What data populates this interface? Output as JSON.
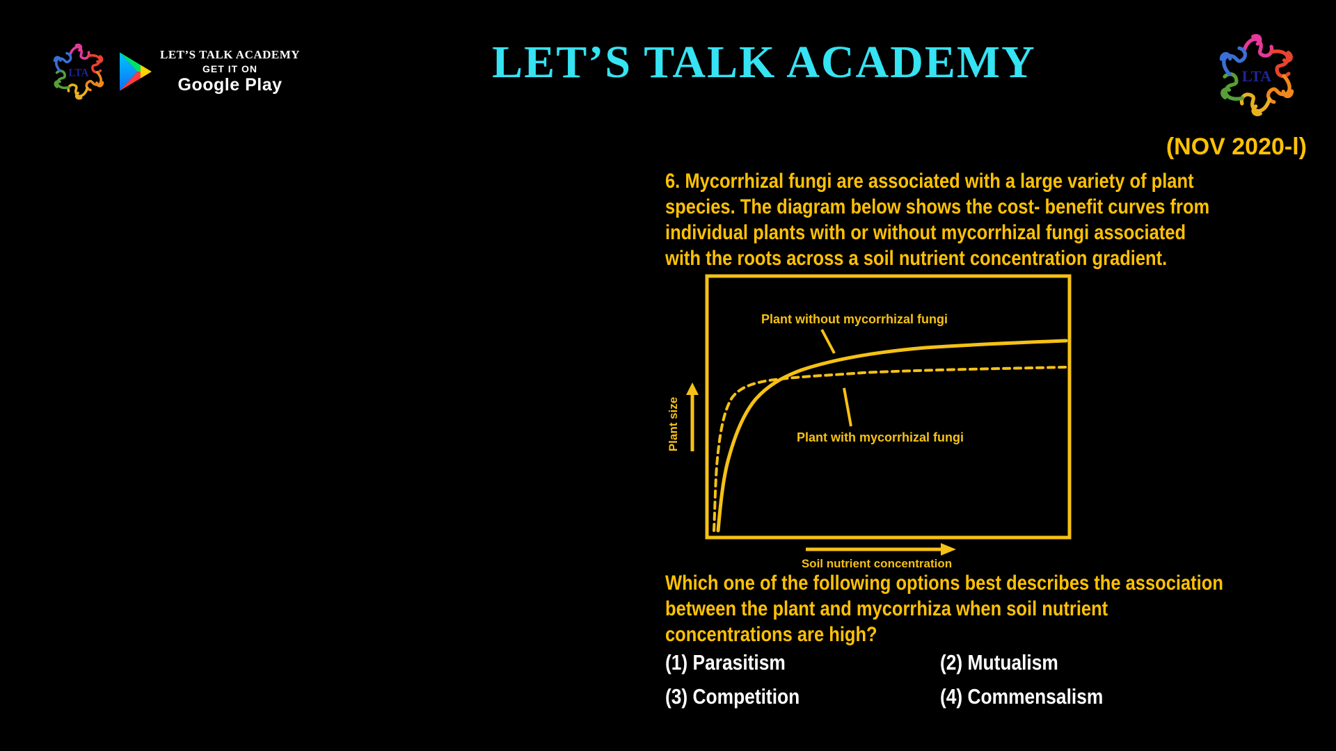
{
  "header": {
    "title": "LET’S TALK ACADEMY",
    "badge": {
      "brand": "LET’S TALK ACADEMY",
      "get_it_on": "GET IT ON",
      "store_name": "Google Play"
    },
    "logo_monogram": "LTA"
  },
  "exam_tag": "(NOV 2020-l)",
  "question": {
    "number": "6",
    "lines": [
      "6. Mycorrhizal fungi are associated with a large variety of plant",
      "species. The diagram below shows the cost- benefit curves from",
      "individual plants with or without mycorrhizal fungi associated",
      "with the roots across a soil nutrient concentration gradient."
    ],
    "prompt_lines": [
      "Which one of the following options best describes the association",
      "between the plant and mycorrhiza when soil nutrient",
      "concentrations are high?"
    ],
    "options": [
      "(1) Parasitism",
      "(2) Mutualism",
      "(3) Competition",
      "(4) Commensalism"
    ]
  },
  "chart_data": {
    "type": "line",
    "title": "",
    "xlabel": "Soil nutrient concentration",
    "ylabel": "Plant size",
    "grid": false,
    "x_axis": {
      "range": [
        0,
        1
      ],
      "ticks": "none (qualitative gradient arrow)"
    },
    "y_axis": {
      "range": [
        0,
        1
      ],
      "ticks": "none (qualitative arrow)"
    },
    "legend_position": "inline labels with pointer lines inside plot box",
    "x": [
      0,
      0.03,
      0.06,
      0.1,
      0.15,
      0.22,
      0.3,
      0.45,
      0.65,
      1.0
    ],
    "series": [
      {
        "name": "Plant without mycorrhizal fungi",
        "line_style": "solid",
        "values": [
          0,
          0.1,
          0.22,
          0.33,
          0.45,
          0.6,
          0.66,
          0.71,
          0.73,
          0.75
        ]
      },
      {
        "name": "Plant with mycorrhizal fungi",
        "line_style": "dashed",
        "values": [
          0,
          0.22,
          0.38,
          0.5,
          0.57,
          0.6,
          0.62,
          0.63,
          0.64,
          0.65
        ]
      }
    ],
    "annotations": [
      "Dashed (with fungi) curve is higher at low soil nutrient concentration; solid (without fungi) curve crosses above it at moderate concentration and plateaus higher."
    ],
    "stroke_color": "#f5c116"
  },
  "colors": {
    "background": "#000000",
    "title_cyan": "#35e3f2",
    "question_gold": "#fec106",
    "chart_yellow": "#f5c116",
    "options_white": "#ffffff"
  }
}
